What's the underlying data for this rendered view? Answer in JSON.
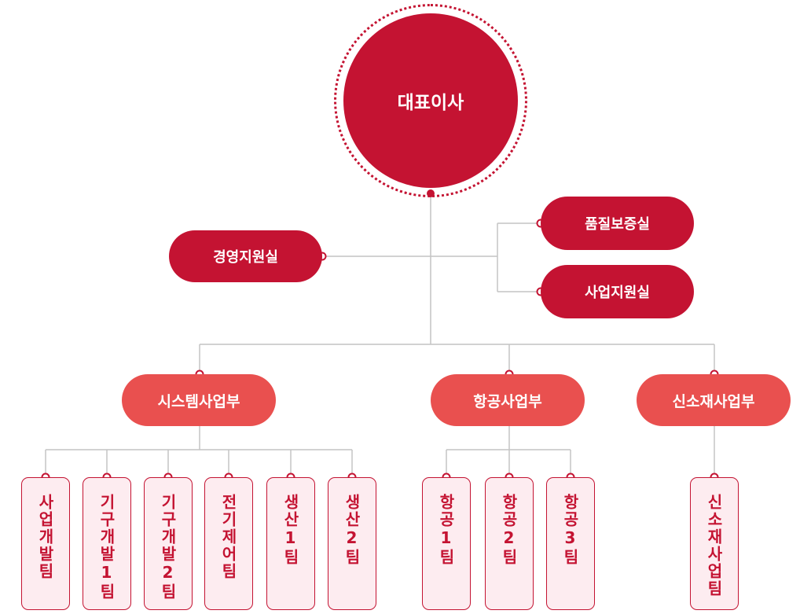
{
  "ceo": {
    "label": "대표이사"
  },
  "staff": {
    "management_support": "경영지원실",
    "quality_assurance": "품질보증실",
    "business_support": "사업지원실"
  },
  "divisions": [
    {
      "label": "시스템사업부",
      "teams": [
        "사업개발팀",
        "기구개발1팀",
        "기구개발2팀",
        "전기제어팀",
        "생산1팀",
        "생산2팀"
      ]
    },
    {
      "label": "항공사업부",
      "teams": [
        "항공1팀",
        "항공2팀",
        "항공3팀"
      ]
    },
    {
      "label": "신소재사업부",
      "teams": [
        "신소재사업팀"
      ]
    }
  ],
  "colors": {
    "primary": "#c41332",
    "secondary": "#e9504f",
    "team_fill": "#fdecf0",
    "connector": "#bdbdbd"
  }
}
